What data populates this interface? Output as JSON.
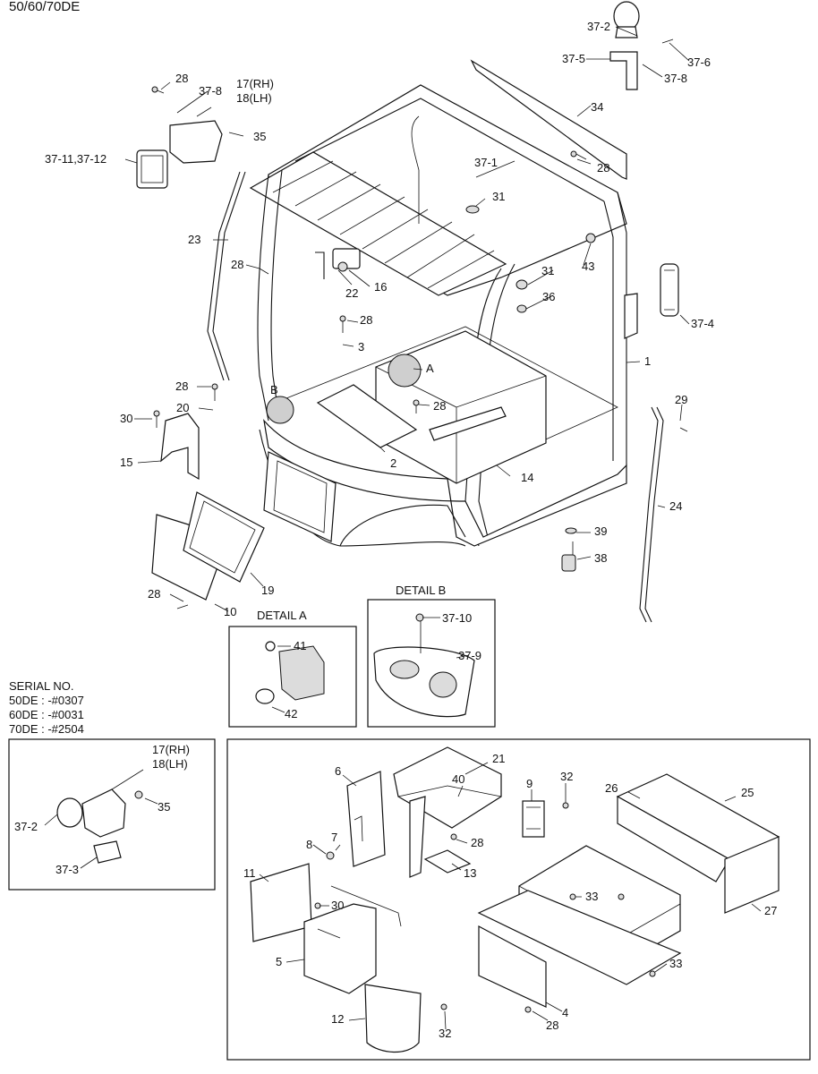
{
  "title": "50/60/70DE",
  "serial": {
    "heading": "SERIAL NO.",
    "lines": [
      "50DE : -#0307",
      "60DE : -#0031",
      "70DE : -#2504"
    ]
  },
  "details": {
    "a_title": "DETAIL A",
    "b_title": "DETAIL B",
    "a_marker": "A",
    "b_marker": "B"
  },
  "labels": {
    "l37_2": "37-2",
    "l37_5": "37-5",
    "l37_6": "37-6",
    "l37_8a": "37-8",
    "l34": "34",
    "l37_1": "37-1",
    "l28a": "28",
    "l28b": "28",
    "l37_8b": "37-8",
    "l17rh": "17(RH)",
    "l18lh": "18(LH)",
    "l35a": "35",
    "l37_11": "37-11,37-12",
    "l23": "23",
    "l28c": "28",
    "l22": "22",
    "l16": "16",
    "l31a": "31",
    "l43": "43",
    "l31b": "31",
    "l36": "36",
    "l37_4": "37-4",
    "l28d": "28",
    "l3": "3",
    "l1": "1",
    "l28e": "28",
    "l28f": "28",
    "l20": "20",
    "l30a": "30",
    "l15": "15",
    "l2": "2",
    "l14": "14",
    "l29": "29",
    "l24": "24",
    "l39": "39",
    "l38": "38",
    "l19": "19",
    "l28g": "28",
    "l10": "10",
    "l41": "41",
    "l42": "42",
    "l37_10": "37-10",
    "l37_9": "37-9",
    "inset_17rh": "17(RH)",
    "inset_18lh": "18(LH)",
    "inset_37_2": "37-2",
    "inset_35": "35",
    "inset_37_3": "37-3",
    "b6": "6",
    "b21": "21",
    "b40": "40",
    "b9": "9",
    "b32a": "32",
    "b26": "26",
    "b25": "25",
    "b7": "7",
    "b8": "8",
    "b28a": "28",
    "b13": "13",
    "b11": "11",
    "b30": "30",
    "b33a": "33",
    "b27": "27",
    "b5": "5",
    "b33b": "33",
    "b12": "12",
    "b32b": "32",
    "b28b": "28",
    "b4": "4"
  }
}
